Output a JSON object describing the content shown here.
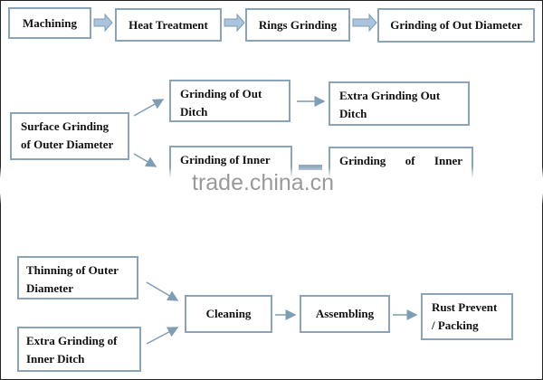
{
  "row1": [
    "Machining",
    "Heat Treatment",
    "Rings Grinding",
    "Grinding of Out Diameter"
  ],
  "row2": {
    "surface": "Surface Grinding of Outer Diameter",
    "out_ditch": "Grinding of Out Ditch",
    "extra_out_ditch": "Extra Grinding Out Ditch",
    "inner_left": "Grinding of Inner",
    "inner_right": "Grinding of Inner"
  },
  "row3": {
    "thinning": "Thinning of Outer Diameter",
    "extra_inner": "Extra Grinding of Inner Ditch",
    "cleaning": "Cleaning",
    "assembling": "Assembling",
    "rust": "Rust Prevent / Packing"
  },
  "watermark": "trade.china.cn",
  "colors": {
    "border": "#8ba3b8",
    "arrow": "#7f9db5"
  }
}
